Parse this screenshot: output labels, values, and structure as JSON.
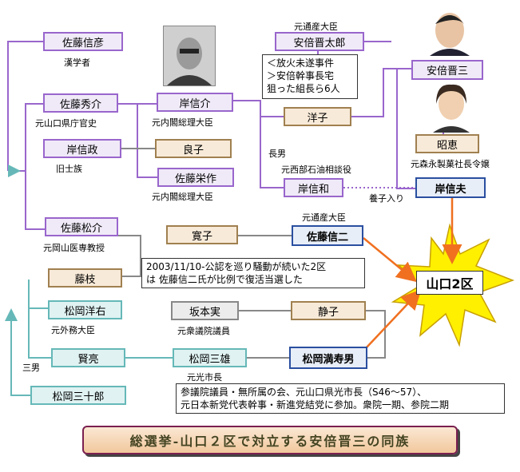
{
  "title": "総選挙-山口２区で対立する安倍晋三の同族",
  "people": {
    "sato_nobuhiko": {
      "name": "佐藤信彦",
      "note": "漢学者"
    },
    "sato_hidesuke": {
      "name": "佐藤秀介",
      "note": "元山口県庁官史"
    },
    "kishi_nobumasa": {
      "name": "岸信政",
      "note": "旧士族"
    },
    "sato_matsusuke": {
      "name": "佐藤松介",
      "note": "元岡山医専教授"
    },
    "kishi_nobusuke": {
      "name": "岸信介",
      "note": "元内閣総理大臣"
    },
    "ryoko": {
      "name": "良子"
    },
    "sato_eisaku": {
      "name": "佐藤栄作",
      "note": "元内閣総理大臣"
    },
    "hiroko": {
      "name": "寛子"
    },
    "fujie": {
      "name": "藤枝"
    },
    "matsuoka_yosuke": {
      "name": "松岡洋右",
      "note": "元外務大臣"
    },
    "kensuke": {
      "name": "賢亮"
    },
    "matsuoka_sanjuro": {
      "name": "松岡三十郎"
    },
    "abe_shintaro": {
      "name": "安倍晋太郎",
      "note": "元通産大臣"
    },
    "yoko": {
      "name": "洋子"
    },
    "kishi_nobukazu": {
      "name": "岸信和",
      "note": "元西部石油相談役"
    },
    "abe_shinzo": {
      "name": "安倍晋三"
    },
    "akie": {
      "name": "昭恵",
      "note": "元森永製菓社長令嬢"
    },
    "kishi_nobuo": {
      "name": "岸信夫"
    },
    "sato_shinji": {
      "name": "佐藤信二",
      "note": "元通産大臣"
    },
    "sakamoto_minoru": {
      "name": "坂本実",
      "note": "元衆議院議員"
    },
    "shizuko": {
      "name": "静子"
    },
    "matsuoka_mitsuo": {
      "name": "松岡三雄",
      "note": "元光市長"
    },
    "matsuoka_masuo": {
      "name": "松岡満寿男"
    }
  },
  "relations": {
    "eldest_son": "長男",
    "third_son": "三男",
    "adopted": "養子入り"
  },
  "notes": {
    "arson": [
      "＜放火未遂事件",
      "＞安倍幹事長宅",
      "狙った組長ら6人"
    ],
    "election_2003": [
      "2003/11/10-公認を巡り騒動が続いた2区",
      "は 佐藤信二氏が比例で復活当選した"
    ],
    "masuo_career": [
      "参議院議員・無所属の会、元山口県光市長（S46～57）、",
      "元日本新党代表幹事・新進党結党に参加。衆院一期、参院二期"
    ]
  },
  "district": "山口2区",
  "icons": [
    "portrait-icon"
  ],
  "colors": {
    "purple": "#9966cc",
    "teal": "#66b8b8",
    "tan": "#a08050",
    "grey": "#888888",
    "navy": "#2a4fa0",
    "arrow": "#f07020",
    "star": "#fff000"
  }
}
